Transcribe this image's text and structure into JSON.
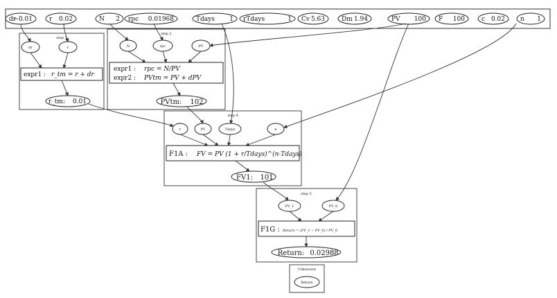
{
  "inputs": [
    {
      "name": "dr",
      "value": "−0.01"
    },
    {
      "name": "r",
      "value": "0.02"
    },
    {
      "name": "N",
      "value": "2"
    },
    {
      "name": "rpc",
      "value": "0.01968"
    },
    {
      "name": "Tdays",
      "value": "1"
    },
    {
      "name": "rTdays",
      "value": "1"
    },
    {
      "name": "Cv",
      "value": "5.63"
    },
    {
      "name": "Dm",
      "value": "1.94"
    },
    {
      "name": "PV",
      "value": "100"
    },
    {
      "name": "F",
      "value": "100"
    },
    {
      "name": "c",
      "value": "0.02"
    },
    {
      "name": "n",
      "value": "1"
    }
  ],
  "step1": {
    "title": "step 1",
    "inputs": [
      "dr",
      "r"
    ],
    "expr_label": "expr1 :",
    "expr": "r_tm = r + dr",
    "output_name": "r_tm:",
    "output_value": "0.01"
  },
  "step2": {
    "title": "step 2",
    "inputs": [
      "N",
      "rpc",
      "PV"
    ],
    "expr1_label": "expr1 :",
    "expr1": "rpc = N/PV",
    "expr2_label": "expr2 :",
    "expr2": "PVtm = PV + dPV",
    "output_name": "PVtm:",
    "output_value": "102"
  },
  "step3": {
    "title": "step 4",
    "inputs": [
      "r",
      "PV",
      "Tdays",
      "n"
    ],
    "expr_label": "F1A :",
    "expr": "FV = PV (1 + r/Tdays)^(n·Tdays)",
    "output_name": "FV1:",
    "output_value": "101"
  },
  "step4": {
    "title": "step 5",
    "inputs": [
      "PV_1",
      "PV_0"
    ],
    "expr_label": "F1G :",
    "expr": "Return = (PV_1 − PV_0) / PV_0",
    "output_name": "Return:",
    "output_value": "0.02988"
  },
  "unknowns": {
    "title": "Unknowns",
    "items": [
      "Return"
    ]
  }
}
